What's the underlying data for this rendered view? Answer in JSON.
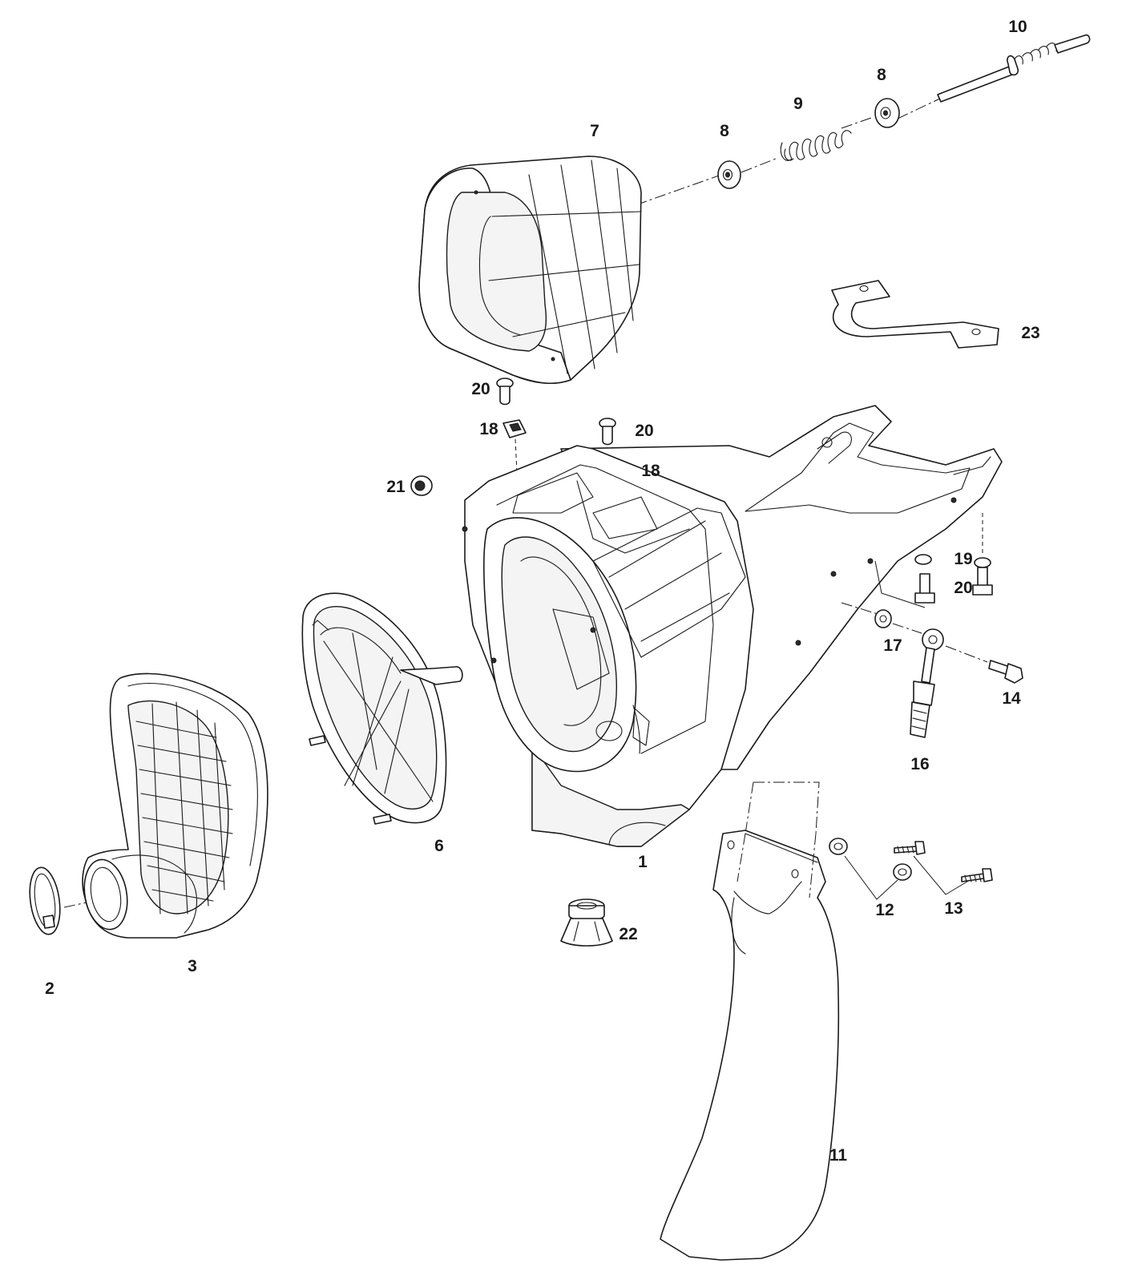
{
  "diagram": {
    "callouts": [
      {
        "id": "c1",
        "text": "1"
      },
      {
        "id": "c2",
        "text": "2"
      },
      {
        "id": "c3",
        "text": "3"
      },
      {
        "id": "c6",
        "text": "6"
      },
      {
        "id": "c7",
        "text": "7"
      },
      {
        "id": "c8a",
        "text": "8"
      },
      {
        "id": "c8b",
        "text": "8"
      },
      {
        "id": "c9",
        "text": "9"
      },
      {
        "id": "c10",
        "text": "10"
      },
      {
        "id": "c11",
        "text": "11"
      },
      {
        "id": "c12",
        "text": "12"
      },
      {
        "id": "c13",
        "text": "13"
      },
      {
        "id": "c14",
        "text": "14"
      },
      {
        "id": "c16",
        "text": "16"
      },
      {
        "id": "c17",
        "text": "17"
      },
      {
        "id": "c18a",
        "text": "18"
      },
      {
        "id": "c18b",
        "text": "18"
      },
      {
        "id": "c19",
        "text": "19"
      },
      {
        "id": "c20a",
        "text": "20"
      },
      {
        "id": "c20b",
        "text": "20"
      },
      {
        "id": "c20c",
        "text": "20"
      },
      {
        "id": "c21",
        "text": "21"
      },
      {
        "id": "c22",
        "text": "22"
      },
      {
        "id": "c23",
        "text": "23"
      }
    ]
  }
}
